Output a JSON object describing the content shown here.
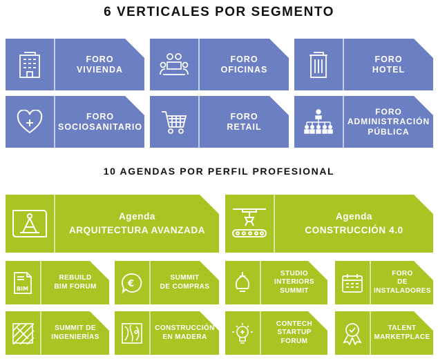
{
  "titles": {
    "verticales": "6 VERTICALES POR SEGMENTO",
    "agendas": "10 AGENDAS POR PERFIL PROFESIONAL"
  },
  "colors": {
    "blue": "#6b7fc2",
    "green": "#a8c523",
    "text": "#111111"
  },
  "verticales": [
    {
      "icon": "building-icon",
      "line1": "FORO",
      "line2": "VIVIENDA"
    },
    {
      "icon": "meeting-icon",
      "line1": "FORO",
      "line2": "OFICINAS"
    },
    {
      "icon": "hotel-icon",
      "line1": "FORO",
      "line2": "HOTEL"
    },
    {
      "icon": "heart-plus-icon",
      "line1": "FORO",
      "line2": "SOCIOSANITARIO"
    },
    {
      "icon": "shopping-cart-icon",
      "line1": "FORO",
      "line2": "RETAIL"
    },
    {
      "icon": "org-chart-icon",
      "line1": "FORO",
      "line2": "ADMINISTRACIÓN",
      "line3": "PÚBLICA"
    }
  ],
  "agendas_main": [
    {
      "icon": "blueprint-icon",
      "line1": "Agenda",
      "line2": "ARQUITECTURA AVANZADA"
    },
    {
      "icon": "crane-icon",
      "line1": "Agenda",
      "line2": "CONSTRUCCIÓN 4.0"
    }
  ],
  "agendas": [
    {
      "icon": "bim-document-icon",
      "line1": "REBUILD",
      "line2": "BIM FORUM"
    },
    {
      "icon": "euro-chat-icon",
      "line1": "SUMMIT",
      "line2": "DE COMPRAS"
    },
    {
      "icon": "lamp-icon",
      "line1": "STUDIO",
      "line2": "INTERIORS",
      "line3": "SUMMIT"
    },
    {
      "icon": "calendar-icon",
      "line1": "FORO",
      "line2": "DE",
      "line3": "INSTALADORES"
    },
    {
      "icon": "parquet-icon",
      "line1": "SUMMIT DE",
      "line2": "INGENIERÍAS"
    },
    {
      "icon": "wood-icon",
      "line1": "CONSTRUCCIÓN",
      "line2": "EN MADERA"
    },
    {
      "icon": "startup-icon",
      "line1": "CONTECH",
      "line2": "STARTUP",
      "line3": "FORUM"
    },
    {
      "icon": "award-icon",
      "line1": "TALENT",
      "line2": "MARKETPLACE"
    }
  ]
}
